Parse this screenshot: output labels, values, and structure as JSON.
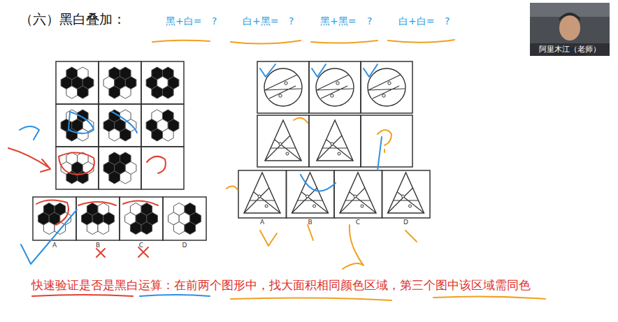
{
  "diagram": {
    "title": "（六）黑白叠加：",
    "caption": "快速验证是否是黑白运算：在前两个图形中，找大面积相同颜色区域，第三个图中该区域需同色",
    "labels": [
      "黑+白=",
      "?",
      "白+黑=",
      "?",
      "黑+黑=",
      "?",
      "白+白=",
      "?",
      "阿里木江（老师）",
      "A",
      "B",
      "C",
      "D",
      "A",
      "B",
      "C",
      "D"
    ]
  }
}
